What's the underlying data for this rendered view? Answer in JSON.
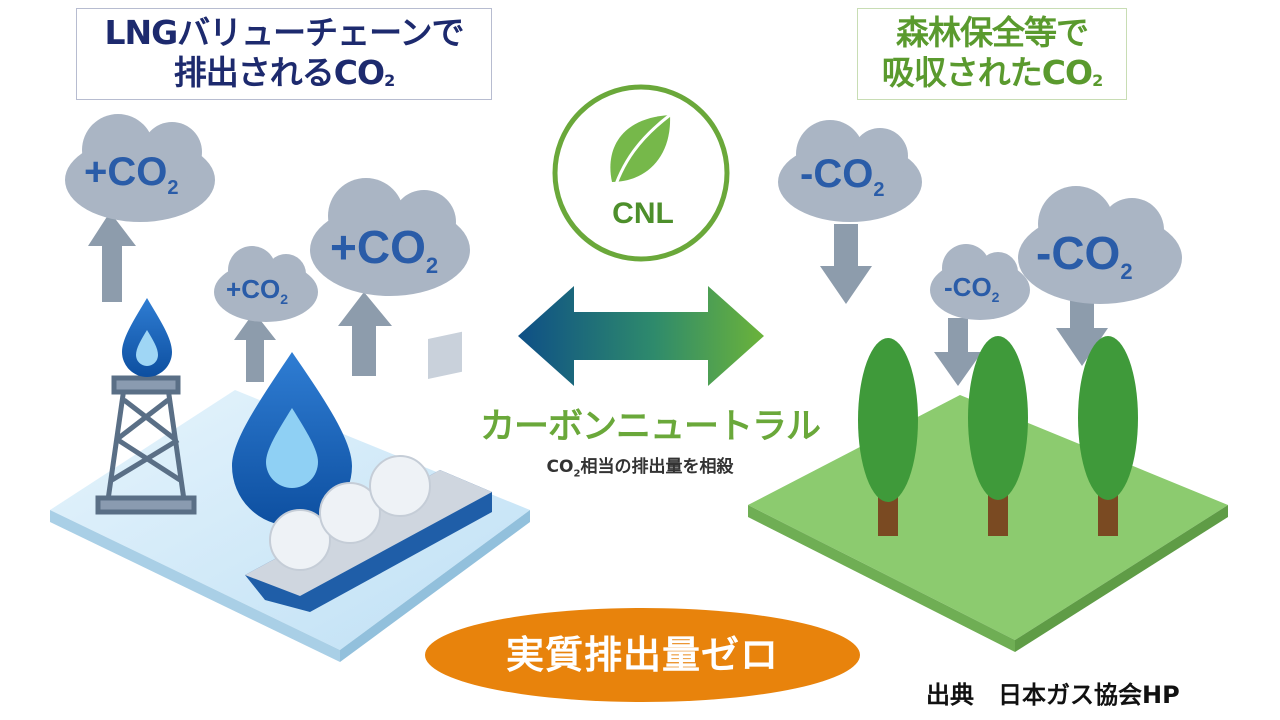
{
  "left_box": {
    "line1": "LNGバリューチェーンで",
    "line2": "排出されるCO",
    "line2_sub": "2"
  },
  "right_box": {
    "line1": "森林保全等で",
    "line2": "吸収されたCO",
    "line2_sub": "2"
  },
  "cnl_badge": {
    "text": "CNL",
    "icon": "leaf-icon"
  },
  "neutral": {
    "title": "カーボンニュートラル",
    "subtitle_pre": "CO",
    "subtitle_sub": "2",
    "subtitle_post": "相当の排出量を相殺"
  },
  "zero_label": "実質排出量ゼロ",
  "source": "出典　日本ガス協会HP",
  "emission_clouds": [
    {
      "sign": "+",
      "text": "CO",
      "sub": "2"
    },
    {
      "sign": "+",
      "text": "CO",
      "sub": "2"
    },
    {
      "sign": "+",
      "text": "CO",
      "sub": "2"
    }
  ],
  "absorption_clouds": [
    {
      "sign": "-",
      "text": "CO",
      "sub": "2"
    },
    {
      "sign": "-",
      "text": "CO",
      "sub": "2"
    },
    {
      "sign": "-",
      "text": "CO",
      "sub": "2"
    }
  ],
  "colors": {
    "navy": "#1d2a6e",
    "green": "#6aa83a",
    "orange": "#e8830c",
    "water": "#cfe9fa",
    "grass": "#8ccb6f",
    "cloud": "#a9b4c4"
  }
}
